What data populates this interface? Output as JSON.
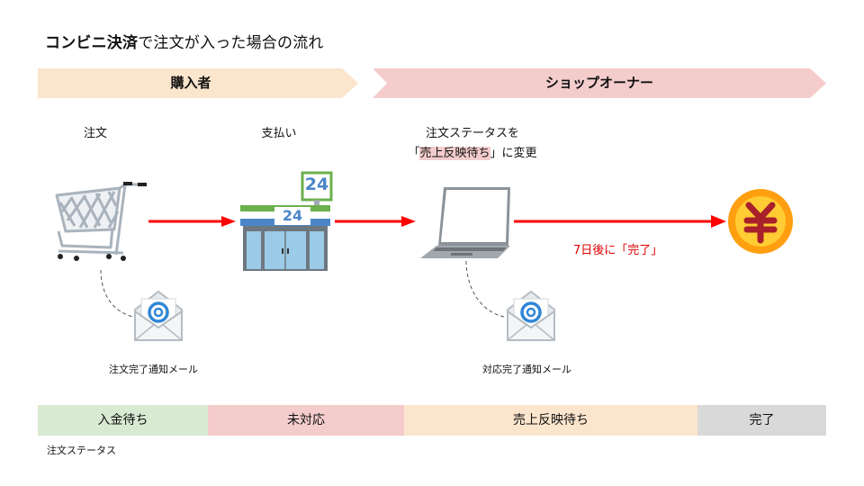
{
  "title": {
    "bold_part": "コンビニ決済",
    "rest": "で注文が入った場合の流れ"
  },
  "phases": [
    {
      "label": "購入者",
      "color": "#fce5cd"
    },
    {
      "label": "ショップオーナー",
      "color": "#f4cccc"
    }
  ],
  "steps": [
    {
      "label": "注文",
      "icon": "shopping-cart-icon"
    },
    {
      "label": "支払い",
      "icon": "convenience-store-icon"
    },
    {
      "label_line1": "注文ステータスを",
      "label_line2_open": "「",
      "label_line2_highlight": "売上反映待ち",
      "label_line2_close": "」に変更",
      "icon": "laptop-icon"
    },
    {
      "icon": "yen-coin-icon"
    }
  ],
  "store_sign_text": "24",
  "store_front_text": "24",
  "arrow_note": "7日後に「完了」",
  "arrow_color": "#ff0000",
  "mails": [
    {
      "label": "注文完了通知メール",
      "icon": "email-open-icon"
    },
    {
      "label": "対応完了通知メール",
      "icon": "email-open-icon"
    }
  ],
  "status_bar": {
    "segments": [
      {
        "label": "入金待ち",
        "color": "#d9ead3"
      },
      {
        "label": "未対応",
        "color": "#f4cccc"
      },
      {
        "label": "売上反映待ち",
        "color": "#fce5cd"
      },
      {
        "label": "完了",
        "color": "#d9d9d9"
      }
    ],
    "caption": "注文ステータス"
  },
  "coin_symbol": "¥"
}
